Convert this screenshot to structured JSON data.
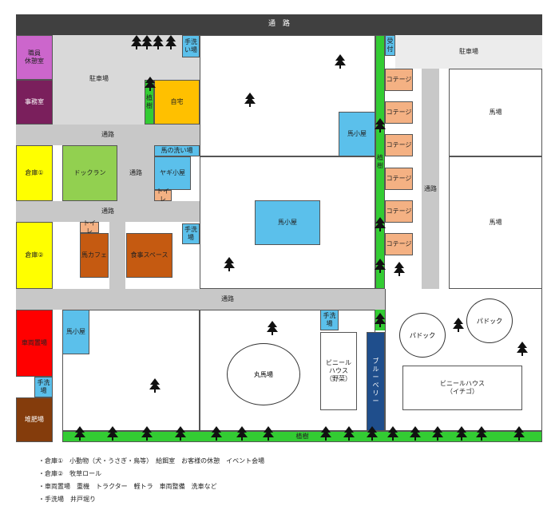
{
  "roads": {
    "top": "通　路",
    "upper_left": "通路",
    "dogrun_side": "通路",
    "middle_left": "通路",
    "right": "通路",
    "main": "通路",
    "parking_right": "駐車場"
  },
  "buildings": {
    "staff_rest": "職員\n休憩室",
    "office": "事務室",
    "parking": "駐車場",
    "wash_top": "手洗\nい場",
    "planting_small": "植\n樹",
    "home": "自宅",
    "reception": "受\n付",
    "warehouse1": "倉庫①",
    "dogrun": "ドックラン",
    "horse_wash": "馬の洗い場",
    "goat_hut": "ヤギ小屋",
    "toilet1": "トイレ",
    "horse_barn_small": "馬小屋",
    "horse_barn_center": "馬小屋",
    "cottages": [
      "コテージ",
      "コテージ",
      "コテージ",
      "コテージ",
      "コテージ",
      "コテージ"
    ],
    "planting_vertical": "植\n樹",
    "field_top": "馬場",
    "field_bottom": "馬場",
    "warehouse2": "倉庫②",
    "toilet2": "トイレ",
    "horse_cafe": "馬カフェ",
    "dining": "食事スペース",
    "wash_mid": "手洗場",
    "vehicle": "車両置場",
    "wash_left": "手洗場",
    "compost": "堆肥場",
    "horse_barn_lower": "馬小屋",
    "wash_lower": "手洗場",
    "round_pen": "丸馬場",
    "greenhouse_veg": "ビニール\nハウス\n（野菜）",
    "blueberry": "ブ\nル\nー\nベ\nリ\nー",
    "paddock1": "パドック",
    "paddock2": "パドック",
    "greenhouse_straw": "ビニールハウス\n（イチゴ）",
    "planting_bottom": "植樹"
  },
  "legend": [
    "・倉庫①　小動物（犬・うさぎ・鳥等）　給餌室　お客様の休憩　イベント会場",
    "・倉庫②　牧草ロール",
    "・車両置場　重機　トラクター　軽トラ　車両整備　洗車など",
    "・手洗場　井戸堀り"
  ],
  "colors": {
    "road_top": "#404040",
    "road": "#c8c8c8",
    "parking": "#d9d9d9",
    "staff_rest": "#cc66cc",
    "office": "#7a1f5c",
    "home": "#ffc000",
    "yellow": "#ffff00",
    "dogrun": "#92d050",
    "blue": "#5bc0eb",
    "salmon": "#f4b183",
    "brown": "#c55a11",
    "red": "#ff0000",
    "compost": "#843c0c",
    "green": "#33cc33",
    "blueberry": "#1f4e8c"
  }
}
